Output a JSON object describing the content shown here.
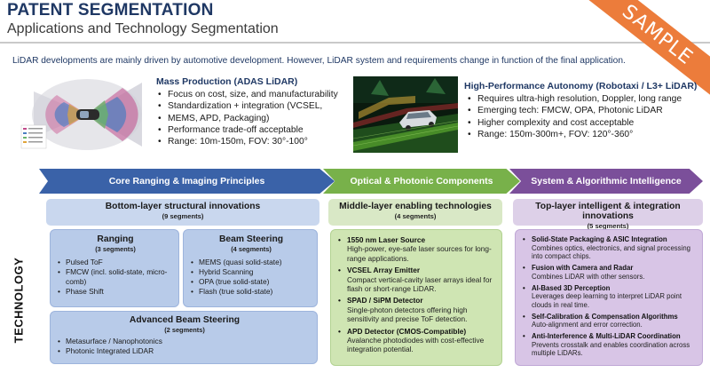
{
  "header": {
    "title": "PATENT SEGMENTATION",
    "subtitle": "Applications and Technology Segmentation",
    "sample_stamp": "SAMPLE"
  },
  "intro": "LiDAR developments are mainly driven by automotive development. However, LiDAR system and requirements change in function of the final application.",
  "applications": {
    "mass_production": {
      "title": "Mass Production (ADAS LiDAR)",
      "bullets": [
        "Focus on cost, size, and manufacturability",
        "Standardization + integration (VCSEL,",
        "MEMS, APD, Packaging)",
        "Performance trade-off acceptable",
        "Range: 10m-150m, FOV: 30°-100°"
      ]
    },
    "high_performance": {
      "title": "High-Performance Autonomy (Robotaxi / L3+ LiDAR)",
      "bullets": [
        "Requires ultra-high resolution, Doppler, long range",
        "Emerging tech: FMCW, OPA, Photonic LiDAR",
        "Higher complexity and cost acceptable",
        "Range: 150m-300m+, FOV: 120°-360°"
      ]
    }
  },
  "pillars": [
    {
      "label": "Core Ranging & Imaging Principles",
      "color": "#3a62a8"
    },
    {
      "label": "Optical & Photonic Components",
      "color": "#78b14a"
    },
    {
      "label": "System & Algorithmic Intelligence",
      "color": "#7b4f9a"
    }
  ],
  "technology_label": "TECHNOLOGY",
  "layers": {
    "bottom": {
      "title": "Bottom-layer structural innovations",
      "count": "(9 segments)",
      "groups": {
        "ranging": {
          "title": "Ranging",
          "count": "(3 segments)",
          "items": [
            "Pulsed ToF",
            "FMCW (incl. solid-state, micro-comb)",
            "Phase Shift"
          ]
        },
        "beam_steering": {
          "title": "Beam Steering",
          "count": "(4 segments)",
          "items": [
            "MEMS (quasi solid-state)",
            "Hybrid Scanning",
            "OPA (true solid-state)",
            "Flash (true solid-state)"
          ]
        },
        "advanced_beam_steering": {
          "title": "Advanced Beam Steering",
          "count": "(2 segments)",
          "items": [
            "Metasurface / Nanophotonics",
            "Photonic Integrated LiDAR"
          ]
        }
      }
    },
    "middle": {
      "title": "Middle-layer enabling technologies",
      "count": "(4 segments)",
      "items": [
        {
          "title": "1550 nm Laser Source",
          "desc": "High-power, eye-safe laser sources for long-range applications."
        },
        {
          "title": "VCSEL Array Emitter",
          "desc": "Compact vertical-cavity laser arrays ideal for flash or short-range LiDAR."
        },
        {
          "title": "SPAD / SiPM Detector",
          "desc": "Single-photon detectors offering high sensitivity and precise ToF detection."
        },
        {
          "title": "APD Detector (CMOS-Compatible)",
          "desc": "Avalanche photodiodes with cost-effective integration potential."
        }
      ]
    },
    "top": {
      "title": "Top-layer intelligent & integration innovations",
      "count": "(5 segments)",
      "items": [
        {
          "title": "Solid-State Packaging & ASIC Integration",
          "desc": "Combines optics, electronics, and signal processing into compact chips."
        },
        {
          "title": "Fusion with Camera and Radar",
          "desc": "Combines LiDAR with other sensors."
        },
        {
          "title": "AI-Based 3D Perception",
          "desc": "Leverages deep learning to interpret LiDAR point clouds in real time."
        },
        {
          "title": "Self-Calibration & Compensation Algorithms",
          "desc": "Auto-alignment and error correction."
        },
        {
          "title": "Anti-Interference & Multi-LiDAR Coordination",
          "desc": "Prevents crosstalk and enables coordination across multiple LiDARs."
        }
      ]
    }
  }
}
